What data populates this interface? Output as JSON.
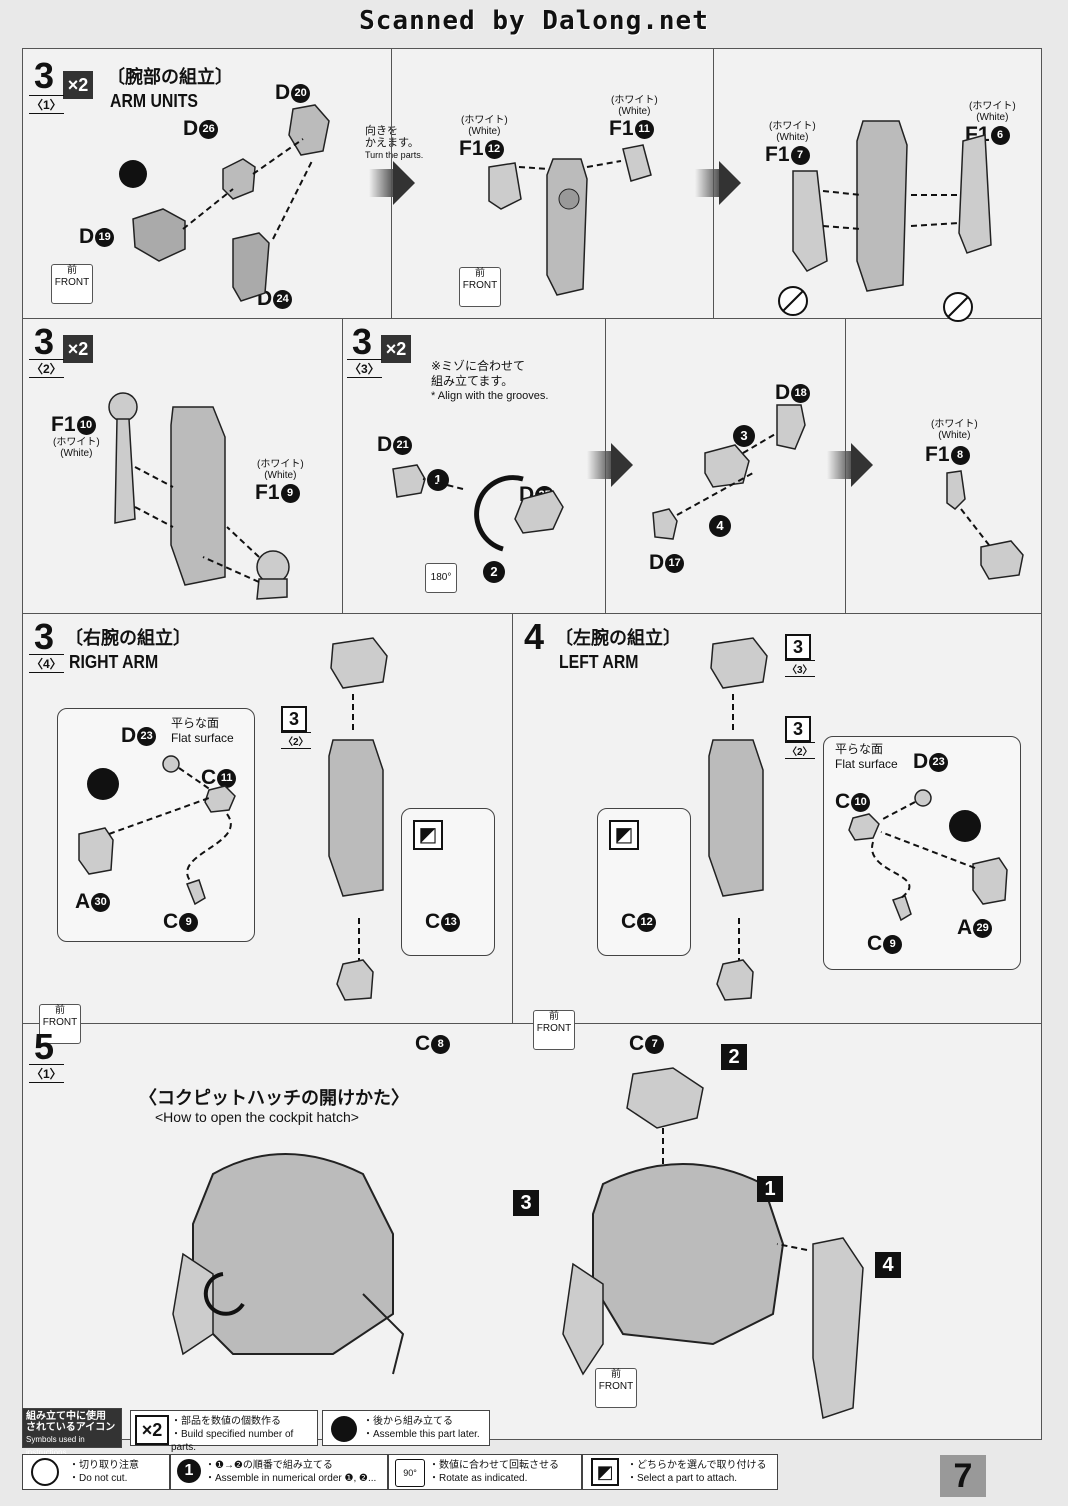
{
  "header": {
    "scan_credit": "Scanned by Dalong.net"
  },
  "step3_1": {
    "step": "3",
    "sub": "〈1〉",
    "qty": "×2",
    "title_jp": "〔腕部の組立〕",
    "title_en": "ARM UNITS",
    "parts": {
      "d20": "D",
      "d20n": "20",
      "d26": "D",
      "d26n": "26",
      "d19": "D",
      "d19n": "19",
      "d24": "D",
      "d24n": "24"
    },
    "turn_jp": "向きを\nかえます。",
    "turn_en": "Turn the parts.",
    "f12": "F1",
    "f12n": "12",
    "f12_white_jp": "(ホワイト)",
    "f12_white_en": "(White)",
    "f11": "F1",
    "f11n": "11",
    "f11_white_jp": "(ホワイト)",
    "f11_white_en": "(White)",
    "f17": "F1",
    "f17n": "7",
    "f17_white_jp": "(ホワイト)",
    "f17_white_en": "(White)",
    "f16": "F1",
    "f16n": "6",
    "f16_white_jp": "(ホワイト)",
    "f16_white_en": "(White)",
    "front_jp": "前",
    "front_en": "FRONT"
  },
  "step3_2": {
    "step": "3",
    "sub": "〈2〉",
    "qty": "×2",
    "f10": "F1",
    "f10n": "10",
    "f10_white_jp": "(ホワイト)",
    "f10_white_en": "(White)",
    "f9": "F1",
    "f9n": "9",
    "f9_white_jp": "(ホワイト)",
    "f9_white_en": "(White)"
  },
  "step3_3": {
    "step": "3",
    "sub": "〈3〉",
    "qty": "×2",
    "note_jp": "※ミゾに合わせて\n組み立てます。",
    "note_en": "* Align with the grooves.",
    "d21": "D",
    "d21n": "21",
    "d25": "D",
    "d25n": "25",
    "d18": "D",
    "d18n": "18",
    "d17": "D",
    "d17n": "17",
    "rot": "180°",
    "f18": "F1",
    "f18n": "8",
    "f18_white_jp": "(ホワイト)",
    "f18_white_en": "(White)",
    "order": [
      "1",
      "2",
      "3",
      "4"
    ]
  },
  "step3_4": {
    "step": "3",
    "sub": "〈4〉",
    "title_jp": "〔右腕の組立〕",
    "title_en": "RIGHT ARM",
    "flat_jp": "平らな面",
    "flat_en": "Flat surface",
    "d23": "D",
    "d23n": "23",
    "c11": "C",
    "c11n": "11",
    "a30": "A",
    "a30n": "30",
    "c9": "C",
    "c9n": "9",
    "ref_step": "3",
    "ref_sub": "〈2〉",
    "c13": "C",
    "c13n": "13",
    "c8": "C",
    "c8n": "8"
  },
  "step4": {
    "step": "4",
    "title_jp": "〔左腕の組立〕",
    "title_en": "LEFT ARM",
    "ref1_step": "3",
    "ref1_sub": "〈3〉",
    "ref2_step": "3",
    "ref2_sub": "〈2〉",
    "flat_jp": "平らな面",
    "flat_en": "Flat surface",
    "d23": "D",
    "d23n": "23",
    "c10": "C",
    "c10n": "10",
    "a29": "A",
    "a29n": "29",
    "c9": "C",
    "c9n": "9",
    "c12": "C",
    "c12n": "12",
    "c7": "C",
    "c7n": "7"
  },
  "step5": {
    "step": "5",
    "sub": "〈1〉",
    "hatch_jp": "〈コクピットハッチの開けかた〉",
    "hatch_en": "<How to open the cockpit hatch>",
    "labels": [
      "1",
      "2",
      "3",
      "4"
    ]
  },
  "legend": {
    "title_jp": "組み立て中に使用\nされているアイコン",
    "title_en": "Symbols used in instructions",
    "x2_jp": "・部品を数値の個数作る",
    "x2_en": "・Build specified number of parts.",
    "later_jp": "・後から組み立てる",
    "later_en": "・Assemble this part later.",
    "cut_jp": "・切り取り注意",
    "cut_en": "・Do not cut.",
    "order_jp": "・❶→❷の順番で組み立てる",
    "order_en": "・Assemble in numerical order ❶, ❷...",
    "rot_jp": "・数値に合わせて回転させる",
    "rot_en": "・Rotate as indicated.",
    "rot_val": "90°",
    "select_jp": "・どちらかを選んで取り付ける",
    "select_en": "・Select a part to attach."
  },
  "page_number": "7"
}
